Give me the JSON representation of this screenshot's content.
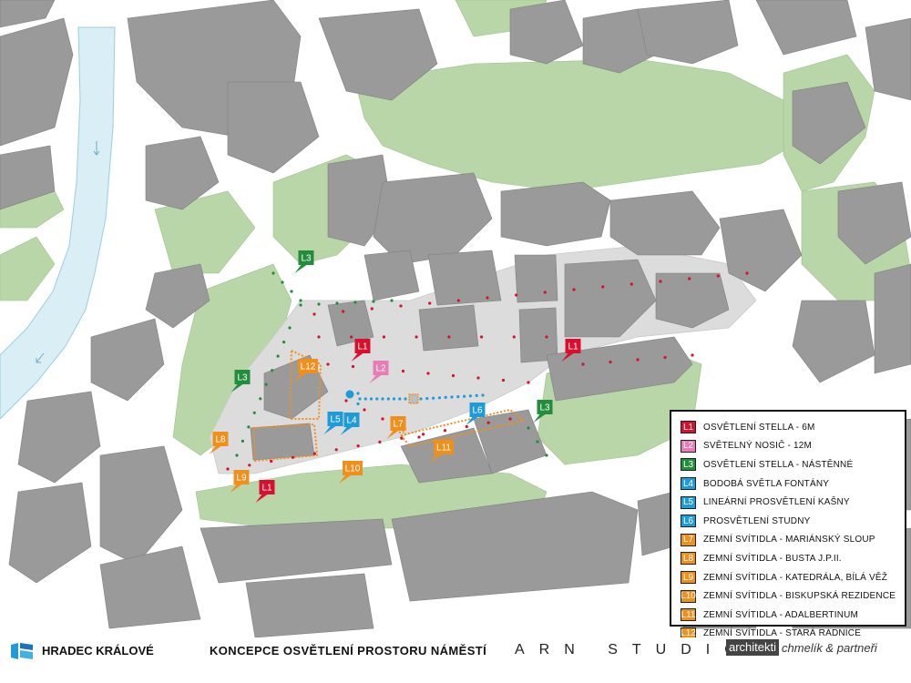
{
  "footer": {
    "city": "HRADEC KRÁLOVÉ",
    "title": "KONCEPCE OSVĚTLENÍ PROSTORU NÁMĚSTÍ",
    "studio": "ARN STUDIO",
    "firm_box": "architekti",
    "firm_rest": "chmelík & partneři"
  },
  "colors": {
    "red": "#d8102f",
    "pink": "#e87cb4",
    "green": "#238d3e",
    "blue": "#1f9bd7",
    "orange": "#f0901c",
    "building": "#9a9a9a",
    "green_area": "#b8d6a8",
    "street": "#ffffff",
    "river": "#d9eef5",
    "square": "#d8d8d8"
  },
  "legend": [
    {
      "code": "L1",
      "label": "OSVĚTLENÍ STELLA - 6M",
      "color": "#d8102f"
    },
    {
      "code": "L2",
      "label": "SVĚTELNÝ NOSIČ - 12M",
      "color": "#e87cb4"
    },
    {
      "code": "L3",
      "label": "OSVĚTLENÍ STELLA - NÁSTĚNNÉ",
      "color": "#238d3e"
    },
    {
      "code": "L4",
      "label": "BODOBÁ SVĚTLA FONTÁNY",
      "color": "#1f9bd7"
    },
    {
      "code": "L5",
      "label": "LINEÁRNÍ PROSVĚTLENÍ KAŠNY",
      "color": "#1f9bd7"
    },
    {
      "code": "L6",
      "label": "PROSVĚTLENÍ STUDNY",
      "color": "#1f9bd7"
    },
    {
      "code": "L7",
      "label": "ZEMNÍ SVÍTIDLA - MARIÁNSKÝ SLOUP",
      "color": "#f0901c"
    },
    {
      "code": "L8",
      "label": "ZEMNÍ SVÍTIDLA - BUSTA J.P.II.",
      "color": "#f0901c"
    },
    {
      "code": "L9",
      "label": "ZEMNÍ SVÍTIDLA - KATEDRÁLA, BÍLÁ VĚŽ",
      "color": "#f0901c"
    },
    {
      "code": "L10",
      "label": "ZEMNÍ SVÍTIDLA - BISKUPSKÁ REZIDENCE",
      "color": "#f0901c"
    },
    {
      "code": "L11",
      "label": "ZEMNÍ SVÍTIDLA - ADALBERTINUM",
      "color": "#f0901c"
    },
    {
      "code": "L12",
      "label": "ZEMNÍ SVÍTIDLA - STARÁ RADNICE",
      "color": "#f0901c"
    }
  ],
  "markers": [
    {
      "code": "L3",
      "color": "#238d3e"
    },
    {
      "code": "L1",
      "color": "#d8102f"
    },
    {
      "code": "L1",
      "color": "#d8102f"
    },
    {
      "code": "L2",
      "color": "#e87cb4"
    },
    {
      "code": "L12",
      "color": "#f0901c"
    },
    {
      "code": "L3",
      "color": "#238d3e"
    },
    {
      "code": "L3",
      "color": "#238d3e"
    },
    {
      "code": "L5",
      "color": "#1f9bd7"
    },
    {
      "code": "L4",
      "color": "#1f9bd7"
    },
    {
      "code": "L6",
      "color": "#1f9bd7"
    },
    {
      "code": "L7",
      "color": "#f0901c"
    },
    {
      "code": "L8",
      "color": "#f0901c"
    },
    {
      "code": "L11",
      "color": "#f0901c"
    },
    {
      "code": "L10",
      "color": "#f0901c"
    },
    {
      "code": "L9",
      "color": "#f0901c"
    },
    {
      "code": "L1",
      "color": "#d8102f"
    }
  ]
}
